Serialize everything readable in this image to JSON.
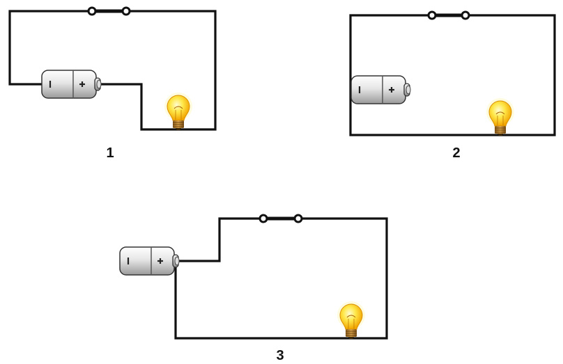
{
  "circuits": [
    {
      "label": "1"
    },
    {
      "label": "2"
    },
    {
      "label": "3"
    }
  ],
  "battery": {
    "minus_sign": "-",
    "plus_sign": "+"
  },
  "colors": {
    "wire": "#111111",
    "battery_body": "#e9e9e9",
    "bulb_glass": "#ffd21a",
    "bulb_glow": "#fff6b0",
    "bulb_base": "#b07a2a"
  },
  "icons": [
    "battery-icon",
    "light-bulb-icon",
    "switch-icon"
  ]
}
